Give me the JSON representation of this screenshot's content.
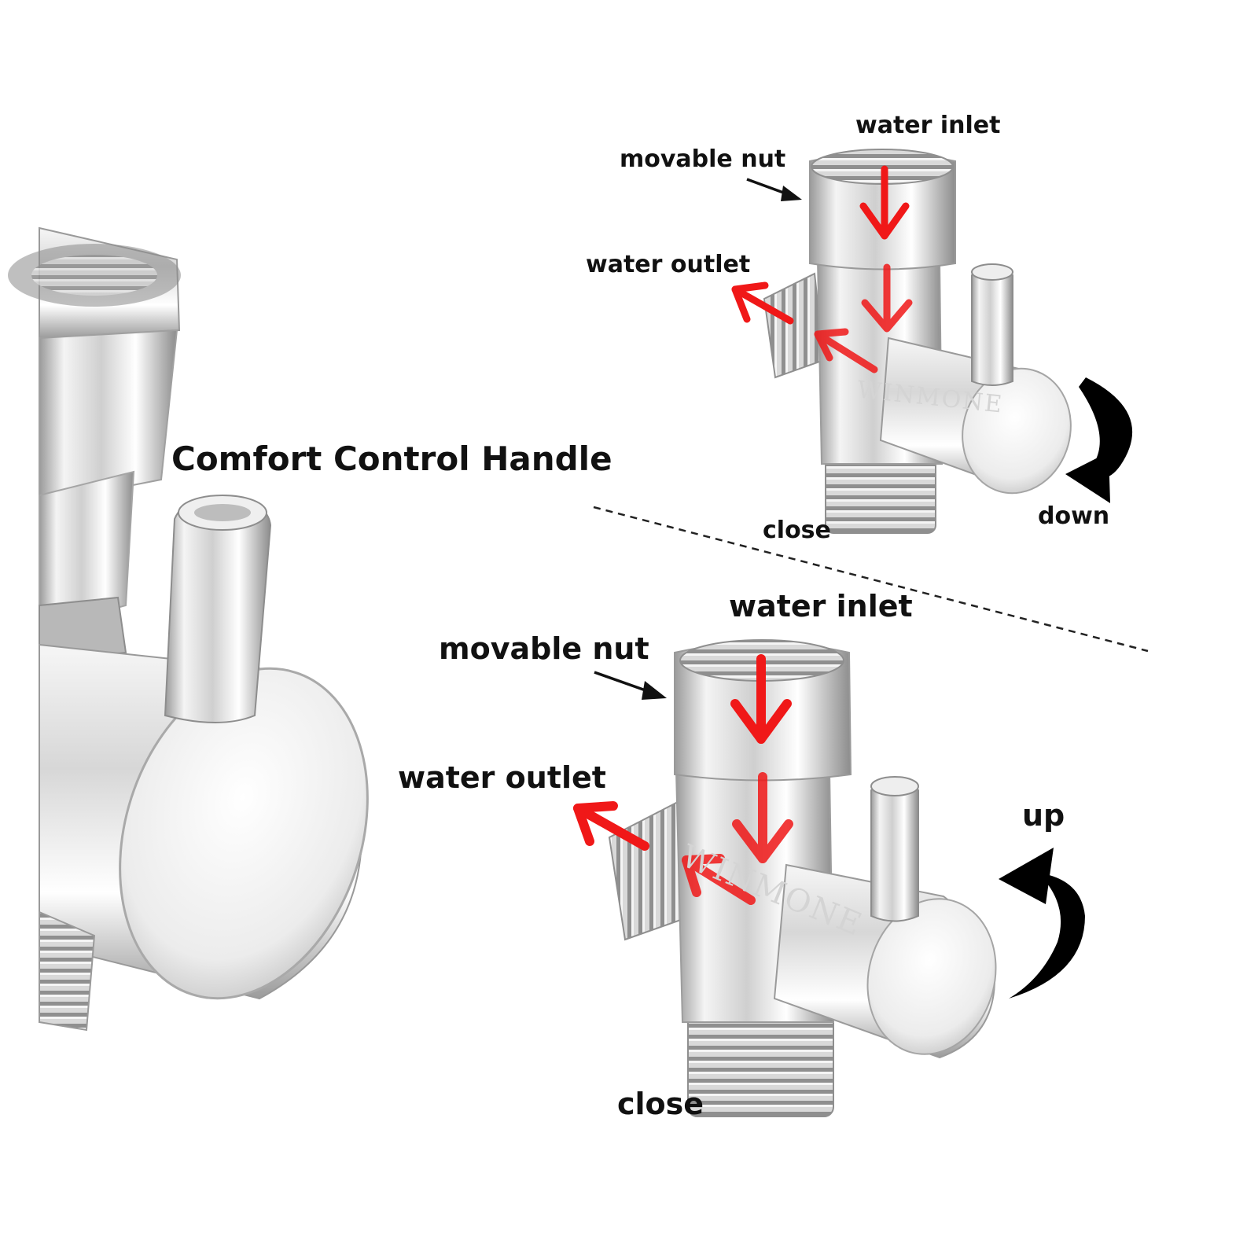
{
  "colors": {
    "flow_arrow": "#f01818",
    "label_text": "#111111",
    "rotation_arrow": "#000000",
    "divider": "#222222"
  },
  "main_label": {
    "text": "Comfort Control Handle"
  },
  "diagrams": {
    "top": {
      "water_inlet": "water inlet",
      "movable_nut": "movable nut",
      "water_outlet": "water outlet",
      "close": "close",
      "rotation": "down",
      "watermark": "WINMONE"
    },
    "bottom": {
      "water_inlet": "water inlet",
      "movable_nut": "movable nut",
      "water_outlet": "water outlet",
      "close": "close",
      "rotation": "up",
      "watermark": "WINMONE"
    }
  },
  "icons": {
    "flow": "red-flow-arrow-icon",
    "rotate_down": "rotate-down-arrow-icon",
    "rotate_up": "rotate-up-arrow-icon",
    "pointer": "pointer-arrow-icon"
  }
}
